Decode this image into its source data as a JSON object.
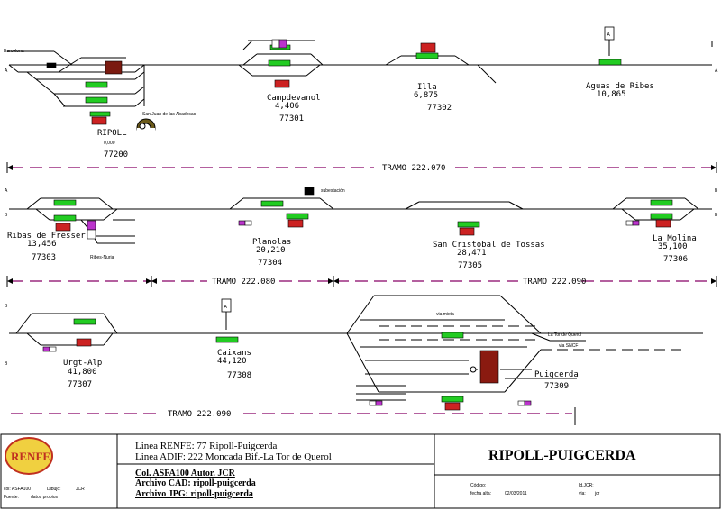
{
  "origin_label": "Barcelona",
  "branch_label": "San Juan de las Abadesas",
  "substation_label": "subestación",
  "branch_ribes_label": "Ribes-Nuria",
  "via_mixta_label": "via mixta",
  "via_sncf_label": "via SNCF",
  "tor_label": "La Tor de Querol",
  "letter_a": "A",
  "letter_b": "B",
  "stations": [
    {
      "name": "RIPOLL",
      "km": "0,000",
      "code": "77200"
    },
    {
      "name": "Campdevanol",
      "km": "4,406",
      "code": "77301"
    },
    {
      "name": "Illa",
      "km": "6,875",
      "code": "77302"
    },
    {
      "name": "Aguas de Ribes",
      "km": "10,865",
      "code": ""
    },
    {
      "name": "Ribas de Fresser",
      "km": "13,456",
      "code": "77303"
    },
    {
      "name": "Planolas",
      "km": "20,210",
      "code": "77304"
    },
    {
      "name": "San Cristobal de Tossas",
      "km": "28,471",
      "code": "77305"
    },
    {
      "name": "La Molina",
      "km": "35,100",
      "code": "77306"
    },
    {
      "name": "Urgt-Alp",
      "km": "41,800",
      "code": "77307"
    },
    {
      "name": "Caixans",
      "km": "44,120",
      "code": "77308"
    },
    {
      "name": "Puigcerda",
      "km": "",
      "code": "77309"
    }
  ],
  "tramos": [
    "TRAMO 222.070",
    "TRAMO 222.080",
    "TRAMO 222.090",
    "TRAMO 222.090"
  ],
  "footer": {
    "logo_text": "RENFE",
    "line_renfe": "Linea RENFE: 77 Ripoll-Puigcerda",
    "line_adif": "Linea ADIF: 222 Moncada Bif.-La Tor de Querol",
    "col": "Col. ASFA100 Autor. JCR",
    "cad": "Archivo CAD: ripoll-puigcerda",
    "jpg": "Archivo JPG: ripoll-puigcerda",
    "title": "RIPOLL-PUIGCERDA",
    "col_label": "col: ASFA100",
    "dibujo_label": "Dibujo:",
    "dibujo_val": "JCR",
    "fuente_label": "Fuente:",
    "fuente_val": "datos propios",
    "codigo_label": "Código:",
    "fecha_label": "fecha alta:",
    "fecha_val": "02/03/2011",
    "id_label": "Id.JCR:",
    "via_label": "via:",
    "via_val": "jcr"
  },
  "colors": {
    "platform": "#22cc22",
    "building": "#cc2222",
    "tramo_line": "#880066",
    "branch": "#6b5a1a",
    "purple": "#bb33cc"
  }
}
